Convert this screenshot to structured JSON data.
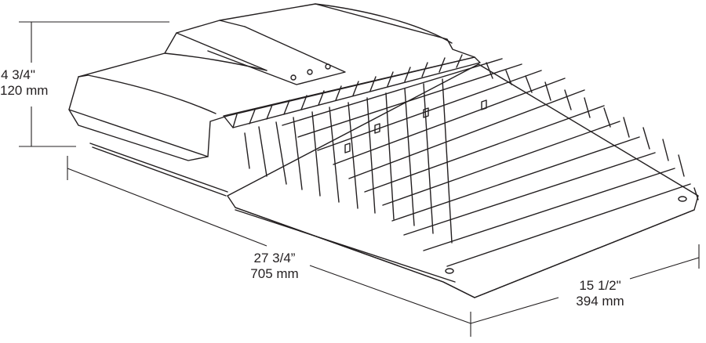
{
  "diagram": {
    "subject": "Area luminaire fixture, isometric line drawing with finned heat sink",
    "dimensions": {
      "height": {
        "imperial": "4 3/4\"",
        "metric": "120 mm"
      },
      "length": {
        "imperial": "27 3/4”",
        "metric": "705 mm"
      },
      "width": {
        "imperial": "15 1/2\"",
        "metric": "394 mm"
      }
    },
    "colors": {
      "line": "#231f20",
      "background": "#ffffff"
    }
  }
}
